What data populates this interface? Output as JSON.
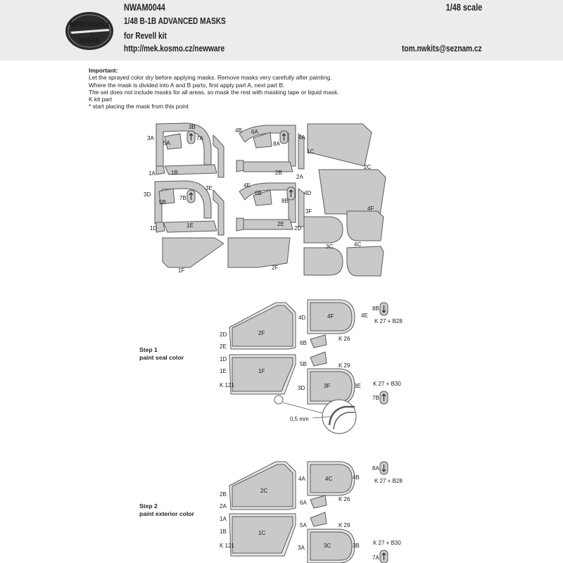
{
  "header": {
    "code": "NWAM0044",
    "title": "1/48 B-1B ADVANCED MASKS",
    "subtitle": "for Revell kit",
    "url": "http://mek.kosmo.cz/newware",
    "scale": "1/48 scale",
    "email": "tom.nwkits@seznam.cz",
    "logo_top": "NEW Masks",
    "logo_bottom": "WARE"
  },
  "instructions": {
    "title": "Important:",
    "lines": [
      "Let the sprayed color dry before applying masks. Remove masks very carefully after painting.",
      "Where the mask is divided into A and B parts, first apply part A, next part B.",
      "The set does not include masks for all areas, so mask the rest with masking tape or liquid mask.",
      "K  kit part",
      "*  start placing the mask from this point"
    ]
  },
  "sheet_labels": {
    "l3A": "3A",
    "l3B": "3B",
    "l5A": "5A",
    "l7A": "7A",
    "l1A": "1A",
    "l1B": "1B",
    "l4B": "4B",
    "l6A": "6A",
    "l4A": "4A",
    "l8A": "8A",
    "l2B": "2B",
    "l2A": "2A",
    "l1C": "1C",
    "l2C": "2C",
    "l3D": "3D",
    "l3E": "3E",
    "l5B": "5B",
    "l7B": "7B",
    "l1D": "1D",
    "l1E": "1E",
    "l4E": "4E",
    "l6B": "6B",
    "l4D": "4D",
    "l8B": "8B",
    "l2E": "2E",
    "l2D": "2D",
    "l3F": "3F",
    "l4F": "4F",
    "l3C": "3C",
    "l4C": "4C",
    "l1F": "1F",
    "l2F": "2F"
  },
  "step1": {
    "title": "Step 1",
    "desc": "paint seal color",
    "labels": {
      "l4D": "4D",
      "l4F": "4F",
      "l4E": "4E",
      "l8B": "8B",
      "k27b28": "K 27 + B28",
      "l2D": "2D",
      "l2F": "2F",
      "l2E": "2E",
      "l6B": "6B",
      "k26": "K 26",
      "l1D": "1D",
      "l1F": "1F",
      "l1E": "1E",
      "l5B": "5B",
      "k29": "K 29",
      "k121": "K 121",
      "l3D": "3D",
      "l3F": "3F",
      "l3E": "3E",
      "k27b30": "K 27 + B30",
      "l7B": "7B",
      "gap": "0,5 mm"
    }
  },
  "step2": {
    "title": "Step 2",
    "desc": "paint exterior color",
    "labels": {
      "l8A": "8A",
      "k27b28": "K 27 + B28",
      "l4A": "4A",
      "l4C": "4C",
      "l4B": "4B",
      "l2B": "2B",
      "l2C": "2C",
      "l2A": "2A",
      "l6A": "6A",
      "k26": "K 26",
      "l1A": "1A",
      "l1C": "1C",
      "l1B": "1B",
      "l5A": "5A",
      "k29": "K 29",
      "k121": "K 121",
      "l3A": "3A",
      "l3C": "3C",
      "l3B": "3B",
      "k27b30": "K 27 + B30",
      "l7A": "7A"
    }
  },
  "colors": {
    "header_bg": "#ececec",
    "mask_fill": "#c9c9c9",
    "mask_stroke": "#5a5a5a",
    "logo_dark": "#2a2a2a"
  }
}
